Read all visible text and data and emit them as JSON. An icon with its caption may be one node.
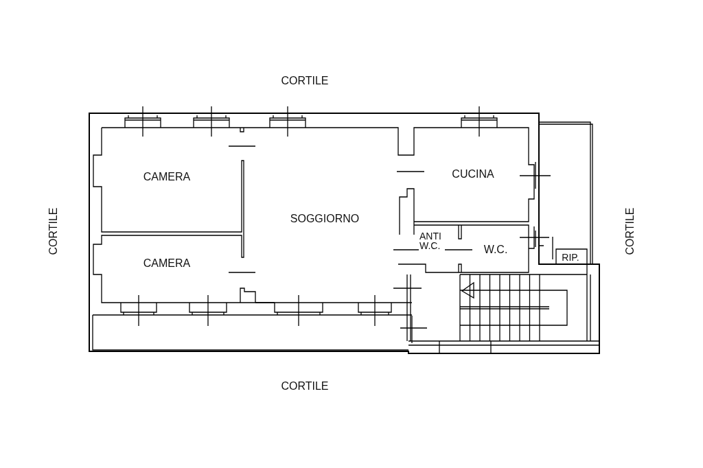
{
  "diagram": {
    "labels": [
      "CORTILE",
      "CAMERA",
      "CUCINA",
      "CORTILE",
      "SOGGIORNO",
      "CORTILE",
      "ANTI W.C.",
      "W.C.",
      "RIP.",
      "CAMERA",
      "CORTILE"
    ]
  }
}
